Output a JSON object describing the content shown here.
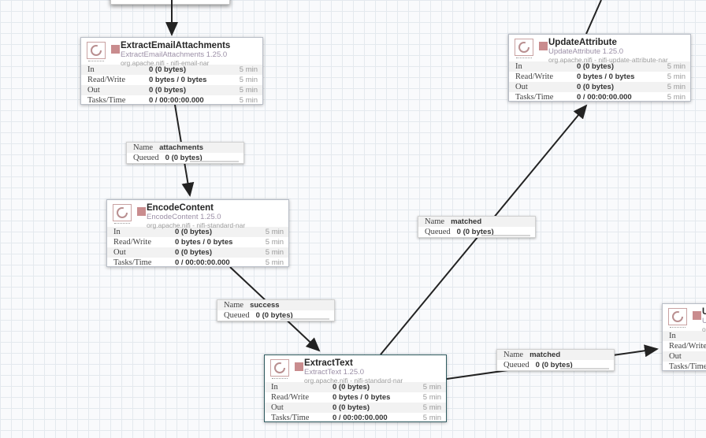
{
  "stats_labels": {
    "in": "In",
    "read_write": "Read/Write",
    "out": "Out",
    "tasks_time": "Tasks/Time"
  },
  "label_fields": {
    "name": "Name",
    "queued": "Queued"
  },
  "processors": [
    {
      "name": "ExtractEmailAttachments",
      "type": "ExtractEmailAttachments 1.25.0",
      "bundle": "org.apache.nifi - nifi-email-nar",
      "stats": {
        "in": "0 (0 bytes)",
        "read_write": "0 bytes / 0 bytes",
        "out": "0 (0 bytes)",
        "tasks_time": "0 / 00:00:00.000",
        "window": "5 min"
      }
    },
    {
      "name": "UpdateAttribute",
      "type": "UpdateAttribute 1.25.0",
      "bundle": "org.apache.nifi - nifi-update-attribute-nar",
      "stats": {
        "in": "0 (0 bytes)",
        "read_write": "0 bytes / 0 bytes",
        "out": "0 (0 bytes)",
        "tasks_time": "0 / 00:00:00.000",
        "window": "5 min"
      }
    },
    {
      "name": "EncodeContent",
      "type": "EncodeContent 1.25.0",
      "bundle": "org.apache.nifi - nifi-standard-nar",
      "stats": {
        "in": "0 (0 bytes)",
        "read_write": "0 bytes / 0 bytes",
        "out": "0 (0 bytes)",
        "tasks_time": "0 / 00:00:00.000",
        "window": "5 min"
      }
    },
    {
      "name": "ExtractText",
      "type": "ExtractText 1.25.0",
      "bundle": "org.apache.nifi - nifi-standard-nar",
      "stats": {
        "in": "0 (0 bytes)",
        "read_write": "0 bytes / 0 bytes",
        "out": "0 (0 bytes)",
        "tasks_time": "0 / 00:00:00.000",
        "window": "5 min"
      }
    },
    {
      "name": "U",
      "type": "U",
      "bundle": "or",
      "stats": {
        "in": "",
        "read_write": "",
        "out": "",
        "tasks_time": "",
        "window": ""
      }
    }
  ],
  "connections": [
    {
      "name": "attachments",
      "queued": "0 (0 bytes)"
    },
    {
      "name": "matched",
      "queued": "0 (0 bytes)"
    },
    {
      "name": "success",
      "queued": "0 (0 bytes)"
    },
    {
      "name": "matched",
      "queued": "0 (0 bytes)"
    }
  ],
  "icons": {
    "processor_icon": "circular-arrows",
    "run_status_icon": "stopped-square"
  },
  "colors": {
    "status_stopped": "#c98c8e",
    "icon_border": "#c9a2a2",
    "type_text": "#9b8fa6",
    "canvas_bg": "#f9fafc",
    "canvas_grid": "#e4e9ee",
    "connection_line": "#232323",
    "selected_border": "#2f5b60"
  }
}
